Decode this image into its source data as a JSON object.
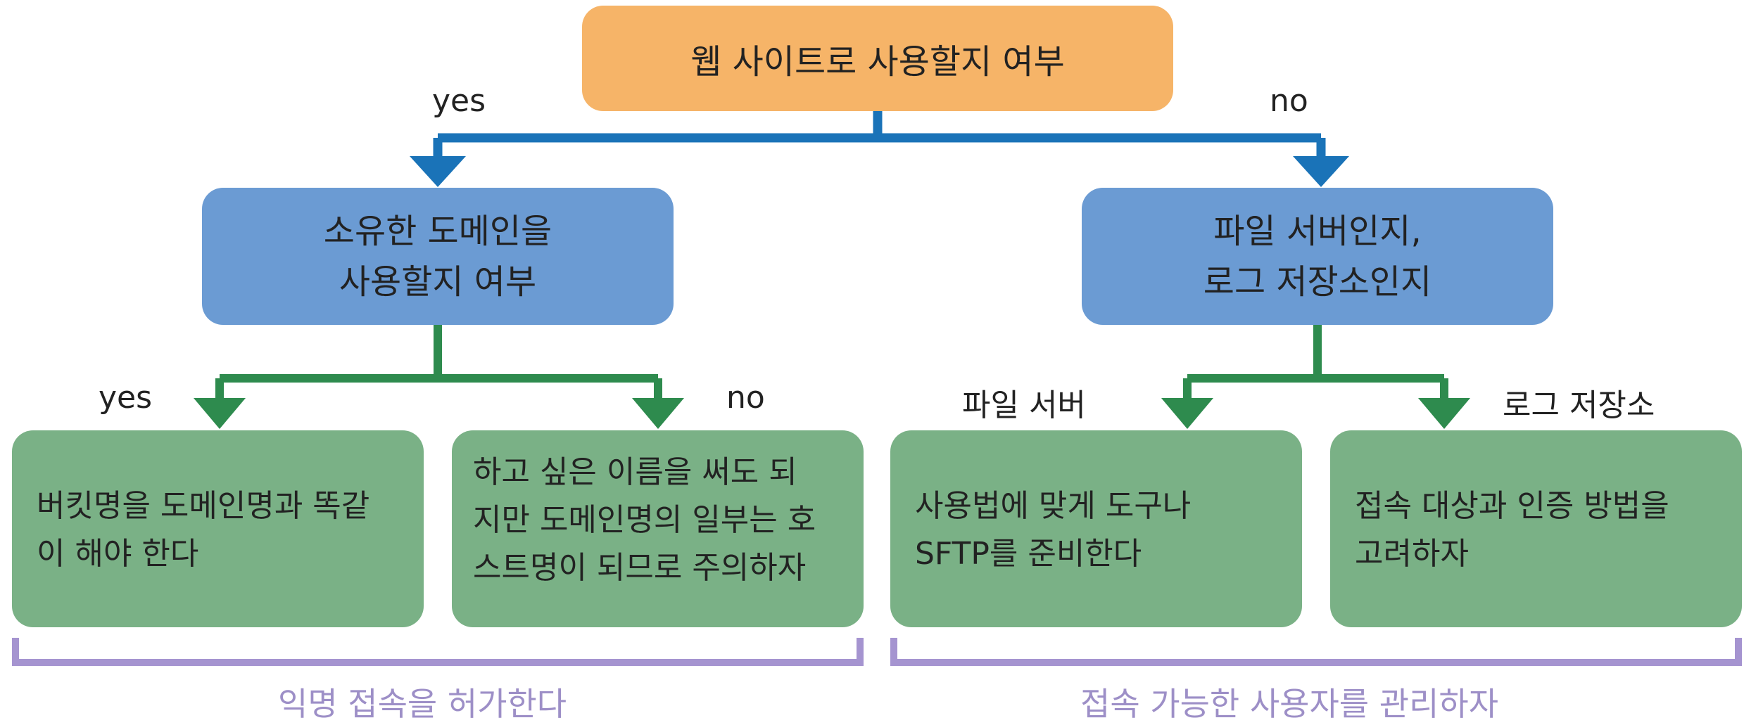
{
  "root": {
    "text": "웹 사이트로 사용할지 여부"
  },
  "branch_left": {
    "edge_label": "yes",
    "node": {
      "line1": "소유한 도메인을",
      "line2": "사용할지 여부"
    },
    "children": [
      {
        "edge_label": "yes",
        "lines": [
          "버킷명을 도메인명과 똑같",
          "이 해야 한다"
        ]
      },
      {
        "edge_label": "no",
        "lines": [
          "하고 싶은 이름을 써도 되",
          "지만 도메인명의 일부는 호",
          "스트명이 되므로 주의하자"
        ]
      }
    ],
    "bracket_label": "익명 접속을 허가한다"
  },
  "branch_right": {
    "edge_label": "no",
    "node": {
      "line1": "파일 서버인지,",
      "line2": "로그 저장소인지"
    },
    "children": [
      {
        "edge_label": "파일 서버",
        "lines": [
          "사용법에 맞게 도구나",
          "SFTP를 준비한다"
        ]
      },
      {
        "edge_label": "로그 저장소",
        "lines": [
          "접속 대상과 인증 방법을",
          "고려하자"
        ]
      }
    ],
    "bracket_label": "접속 가능한 사용자를 관리하자"
  },
  "colors": {
    "root_fill": "#f6b468",
    "mid_fill": "#6b9bd3",
    "leaf_fill": "#7ab186",
    "blue_arrow": "#1a73b8",
    "green_arrow": "#2e8b4e",
    "bracket": "#a594d0",
    "bracket_text": "#9d8fc7"
  }
}
